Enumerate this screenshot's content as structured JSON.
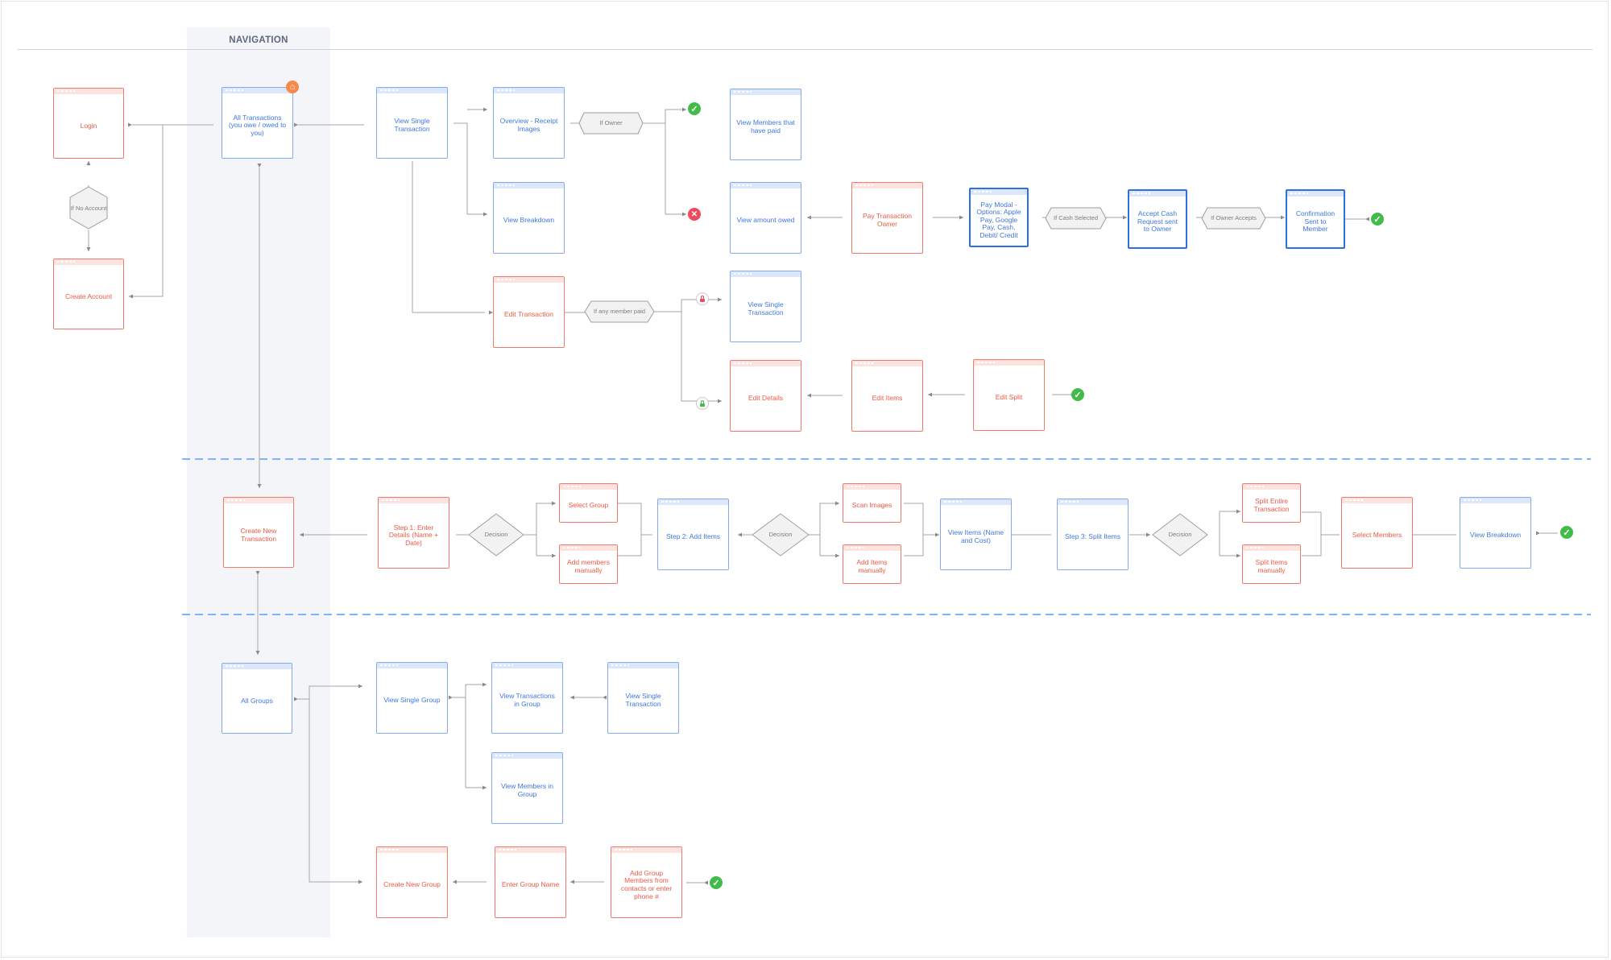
{
  "sections": {
    "navigation": "NAVIGATION"
  },
  "colors": {
    "blue_border": "#84aaee",
    "blue_text": "#3f77e0",
    "red_border": "#f07a6b",
    "red_text": "#ed5a45",
    "success": "#43bb4a",
    "cancel": "#f04a5e",
    "home": "#f78a4a",
    "section_divider": "#7fb2ff",
    "decision_fill": "#f2f2f2"
  },
  "nodes": {
    "login": "Login",
    "create_account": "Create Account",
    "all_transactions": "All Transactions (you owe / owed to you)",
    "view_single_transaction": "View Single Transaction",
    "overview_receipt": "Overview - Receipt Images",
    "view_breakdown": "View Breakdown",
    "edit_transaction": "Edit Transaction",
    "view_members_paid": "View Members that have paid",
    "view_amount_owed": "View amount owed",
    "pay_transaction_owner": "Pay Transaction Owner",
    "pay_modal": "Pay Modal - Options: Apple Pay, Google Pay, Cash, Debit/ Credit",
    "accept_cash": "Accept Cash Request sent to Owner",
    "confirmation": "Confirmation Sent to Member",
    "view_single_transaction_2": "View Single Transaction",
    "edit_details": "Edit Details",
    "edit_items": "Edit Items",
    "edit_split": "Edit Split",
    "create_new_transaction": "Create New Transaction",
    "step1": "Step 1: Enter Details (Name + Date)",
    "select_group": "Select Group",
    "add_members_manually": "Add members manually",
    "step2": "Step 2: Add Items",
    "scan_images": "Scan Images",
    "add_items_manually": "Add Items manually",
    "view_items": "View Items (Name and Cost)",
    "step3": "Step 3: Split Items",
    "split_entire": "Split Entire Transaction",
    "split_items_manually": "Split Items manually",
    "select_members": "Select Members",
    "view_breakdown_2": "View Breakdown",
    "all_groups": "All Groups",
    "view_single_group": "View Single Group",
    "view_transactions_group": "View Transactions in Group",
    "view_single_transaction_3": "View Single Transaction",
    "view_members_group": "View Members in Group",
    "create_new_group": "Create New Group",
    "enter_group_name": "Enter Group Name",
    "add_group_members": "Add Group Members from contacts or enter phone #"
  },
  "decisions": {
    "if_no_account": "If No Account",
    "if_owner": "If Owner",
    "if_cash_selected": "If Cash Selected",
    "if_owner_accepts": "If Owner Accepts",
    "if_any_member_paid": "If any member paid",
    "decision_1": "Decision",
    "decision_2": "Decision",
    "decision_3": "Decision"
  },
  "icons": {
    "home": "home-icon",
    "check": "check-circle-icon",
    "cross": "x-circle-icon",
    "lock_closed": "lock-closed-icon",
    "lock_open": "lock-open-icon",
    "check_glyph": "✓",
    "cross_glyph": "✕",
    "home_glyph": "⌂"
  }
}
